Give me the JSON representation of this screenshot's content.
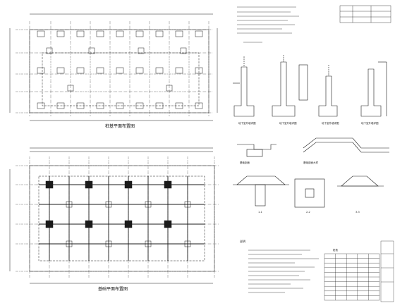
{
  "plans": {
    "top_caption": "桩基平面布置图",
    "bottom_caption": "基础平面布置图"
  },
  "details": {
    "captions": [
      "地下室外墙详图",
      "地下室外墙详图",
      "地下室外墙详图",
      "地下室外墙详图",
      "基础剖面",
      "基础剖面大样",
      "1-1",
      "2-2",
      "3-3"
    ],
    "notes_title": "说明",
    "legend_text": "一一 ──────"
  },
  "table": {
    "title": "桩表",
    "rows": 10,
    "cols": 5
  },
  "colors": {
    "line": "#1a1a1a",
    "paper": "#ffffff"
  }
}
